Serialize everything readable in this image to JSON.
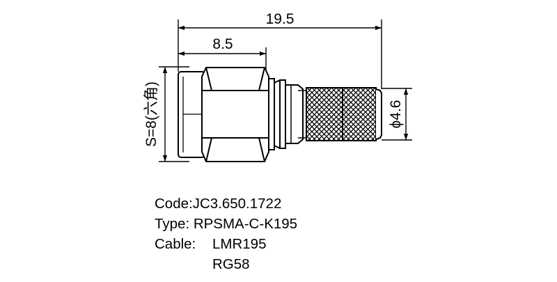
{
  "dimensions": {
    "overall_length": "19.5",
    "nut_length": "8.5",
    "hex_size": "S=8(六角)",
    "ferrule_diameter": "ϕ4.6"
  },
  "specs": {
    "code": "Code:JC3.650.1722",
    "type": "Type: RPSMA-C-K195",
    "cable_label": "Cable:",
    "cable_1": "LMR195",
    "cable_2": "RG58"
  }
}
